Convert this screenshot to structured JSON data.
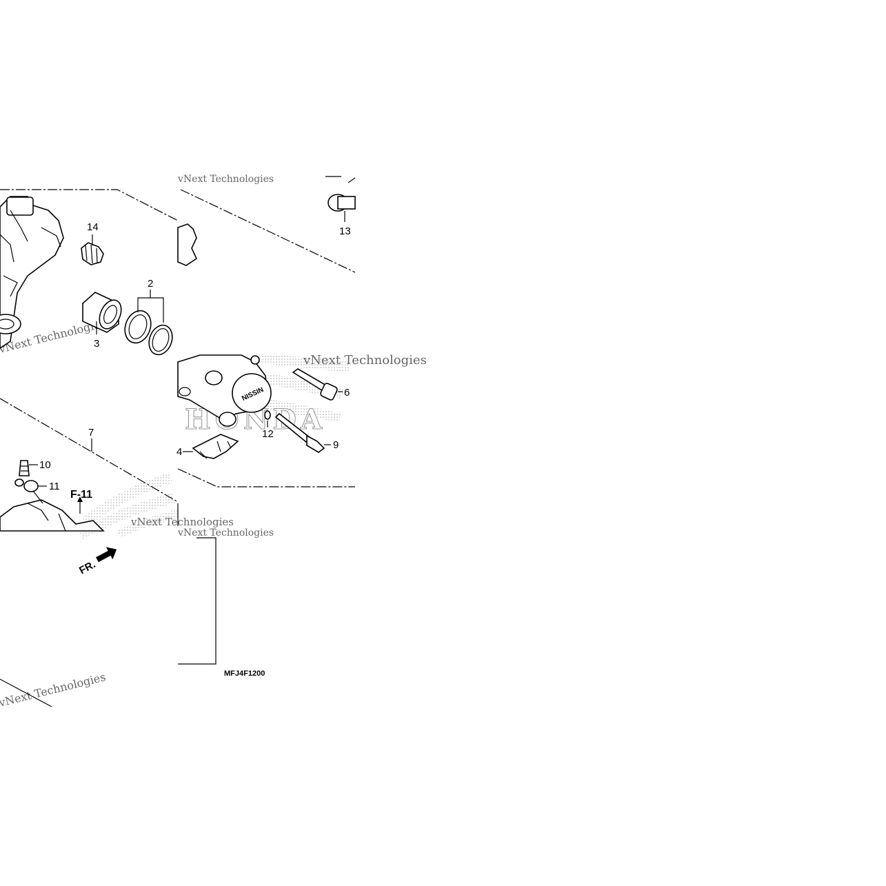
{
  "diagram": {
    "code": "MFJ4F1200",
    "front_marker": "FR.",
    "reference": "F-11",
    "brand_mark": "HONDA",
    "caliper_emblem": "NISSIN",
    "watermark": "vNext Technologies",
    "callouts": {
      "p2": "2",
      "p3": "3",
      "p4": "4",
      "p6": "6",
      "p7": "7",
      "p9": "9",
      "p10": "10",
      "p11": "11",
      "p12": "12",
      "p13": "13",
      "p14": "14"
    }
  }
}
